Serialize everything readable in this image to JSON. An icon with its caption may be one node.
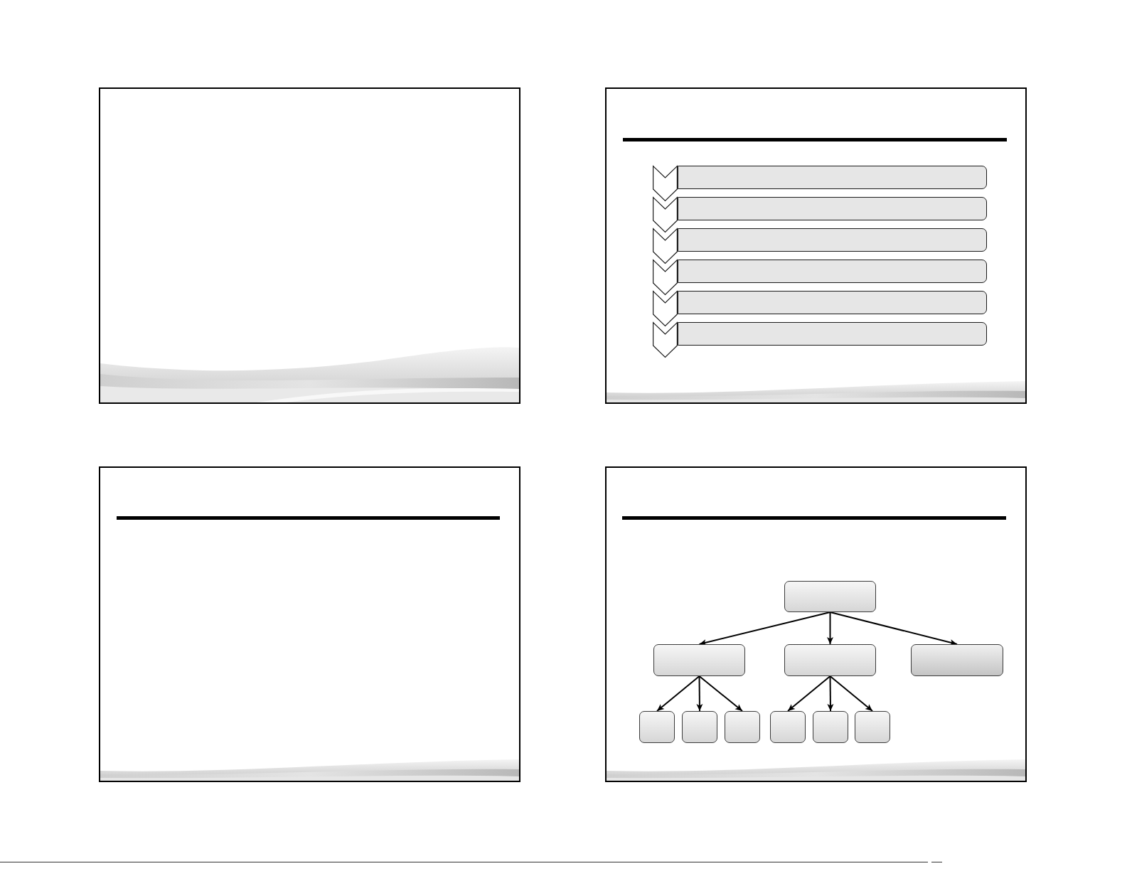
{
  "diagram": {
    "nodes": [
      {
        "text": [],
        "shape": "chevron"
      },
      {
        "text": [],
        "shape": "bar"
      },
      {
        "text": [],
        "shape": "chevron"
      },
      {
        "text": [],
        "shape": "bar"
      },
      {
        "text": [],
        "shape": "chevron"
      },
      {
        "text": [],
        "shape": "bar"
      },
      {
        "text": [],
        "shape": "chevron"
      },
      {
        "text": [],
        "shape": "bar"
      },
      {
        "text": [],
        "shape": "chevron"
      },
      {
        "text": [],
        "shape": "bar"
      },
      {
        "text": [],
        "shape": "chevron"
      },
      {
        "text": [],
        "shape": "bar"
      },
      {
        "text": [],
        "shape": "box"
      },
      {
        "text": [],
        "shape": "box"
      },
      {
        "text": [],
        "shape": "box"
      },
      {
        "text": [],
        "shape": "box"
      },
      {
        "text": [],
        "shape": "box"
      },
      {
        "text": [],
        "shape": "box"
      },
      {
        "text": [],
        "shape": "box"
      },
      {
        "text": [],
        "shape": "box"
      },
      {
        "text": [],
        "shape": "box"
      },
      {
        "text": [],
        "shape": "box"
      }
    ],
    "edges": [
      {
        "from": 12,
        "to": 13,
        "arrow": "to"
      },
      {
        "from": 12,
        "to": 14,
        "arrow": "to"
      },
      {
        "from": 12,
        "to": 15,
        "arrow": "to"
      },
      {
        "from": 13,
        "to": 16,
        "arrow": "to"
      },
      {
        "from": 13,
        "to": 17,
        "arrow": "to"
      },
      {
        "from": 13,
        "to": 18,
        "arrow": "to"
      },
      {
        "from": 14,
        "to": 19,
        "arrow": "to"
      },
      {
        "from": 14,
        "to": 20,
        "arrow": "to"
      },
      {
        "from": 14,
        "to": 21,
        "arrow": "to"
      }
    ]
  }
}
